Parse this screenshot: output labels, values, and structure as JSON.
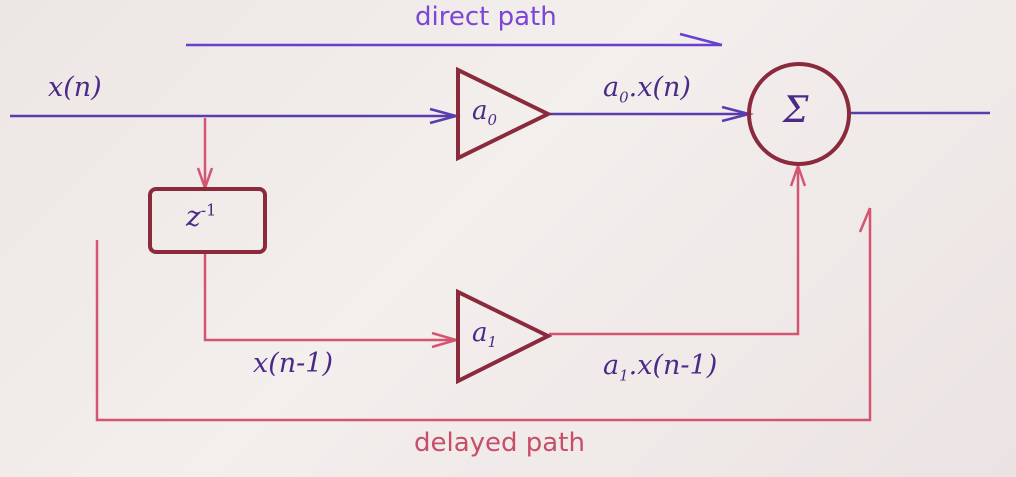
{
  "labels": {
    "direct_path": "direct path",
    "delayed_path": "delayed path",
    "input": "x(n)",
    "delayed_input": "x(n-1)",
    "out0_a": "a",
    "out0_sub": "0",
    "out0_b": ".x(n)",
    "out1_a": "a",
    "out1_sub": "1",
    "out1_b": ".x(n-1)"
  },
  "blocks": {
    "gain0_symbol": "a",
    "gain0_sub": "0",
    "gain1_symbol": "a",
    "gain1_sub": "1",
    "delay_symbol": "z",
    "delay_exp": "-1",
    "summer_symbol": "Σ"
  },
  "colors": {
    "direct": "#6a3fd0",
    "delayed": "#d45572",
    "block": "#8a2a3c",
    "text_purple": "#4b2a87",
    "text_direct_title": "#7b45d6",
    "text_delayed_title": "#c94d69"
  }
}
